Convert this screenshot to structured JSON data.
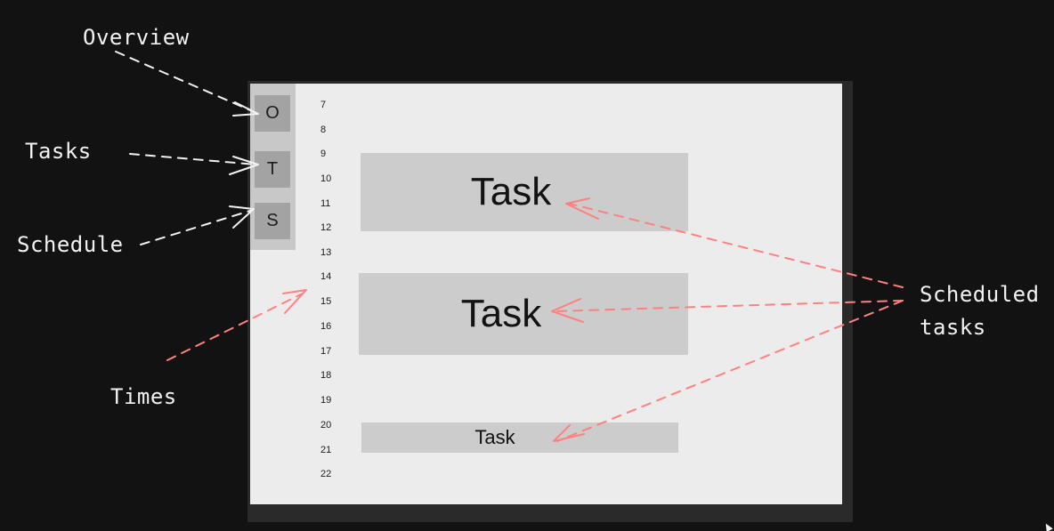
{
  "nav": {
    "overview": "O",
    "tasks": "T",
    "schedule": "S"
  },
  "times": [
    "7",
    "8",
    "9",
    "10",
    "11",
    "12",
    "13",
    "14",
    "15",
    "16",
    "17",
    "18",
    "19",
    "20",
    "21",
    "22"
  ],
  "tasks": [
    {
      "label": "Task"
    },
    {
      "label": "Task"
    },
    {
      "label": "Task"
    }
  ],
  "annotations": {
    "overview": "Overview",
    "tasks": "Tasks",
    "schedule": "Schedule",
    "times": "Times",
    "scheduled_line1": "Scheduled",
    "scheduled_line2": "tasks"
  },
  "colors": {
    "background": "#121212",
    "screen": "#ececec",
    "nav_panel": "#c8c8c8",
    "nav_button": "#a3a3a3",
    "task_block": "#cccccc",
    "annotation_white": "#f2f2f2",
    "annotation_red": "#ff8080"
  }
}
